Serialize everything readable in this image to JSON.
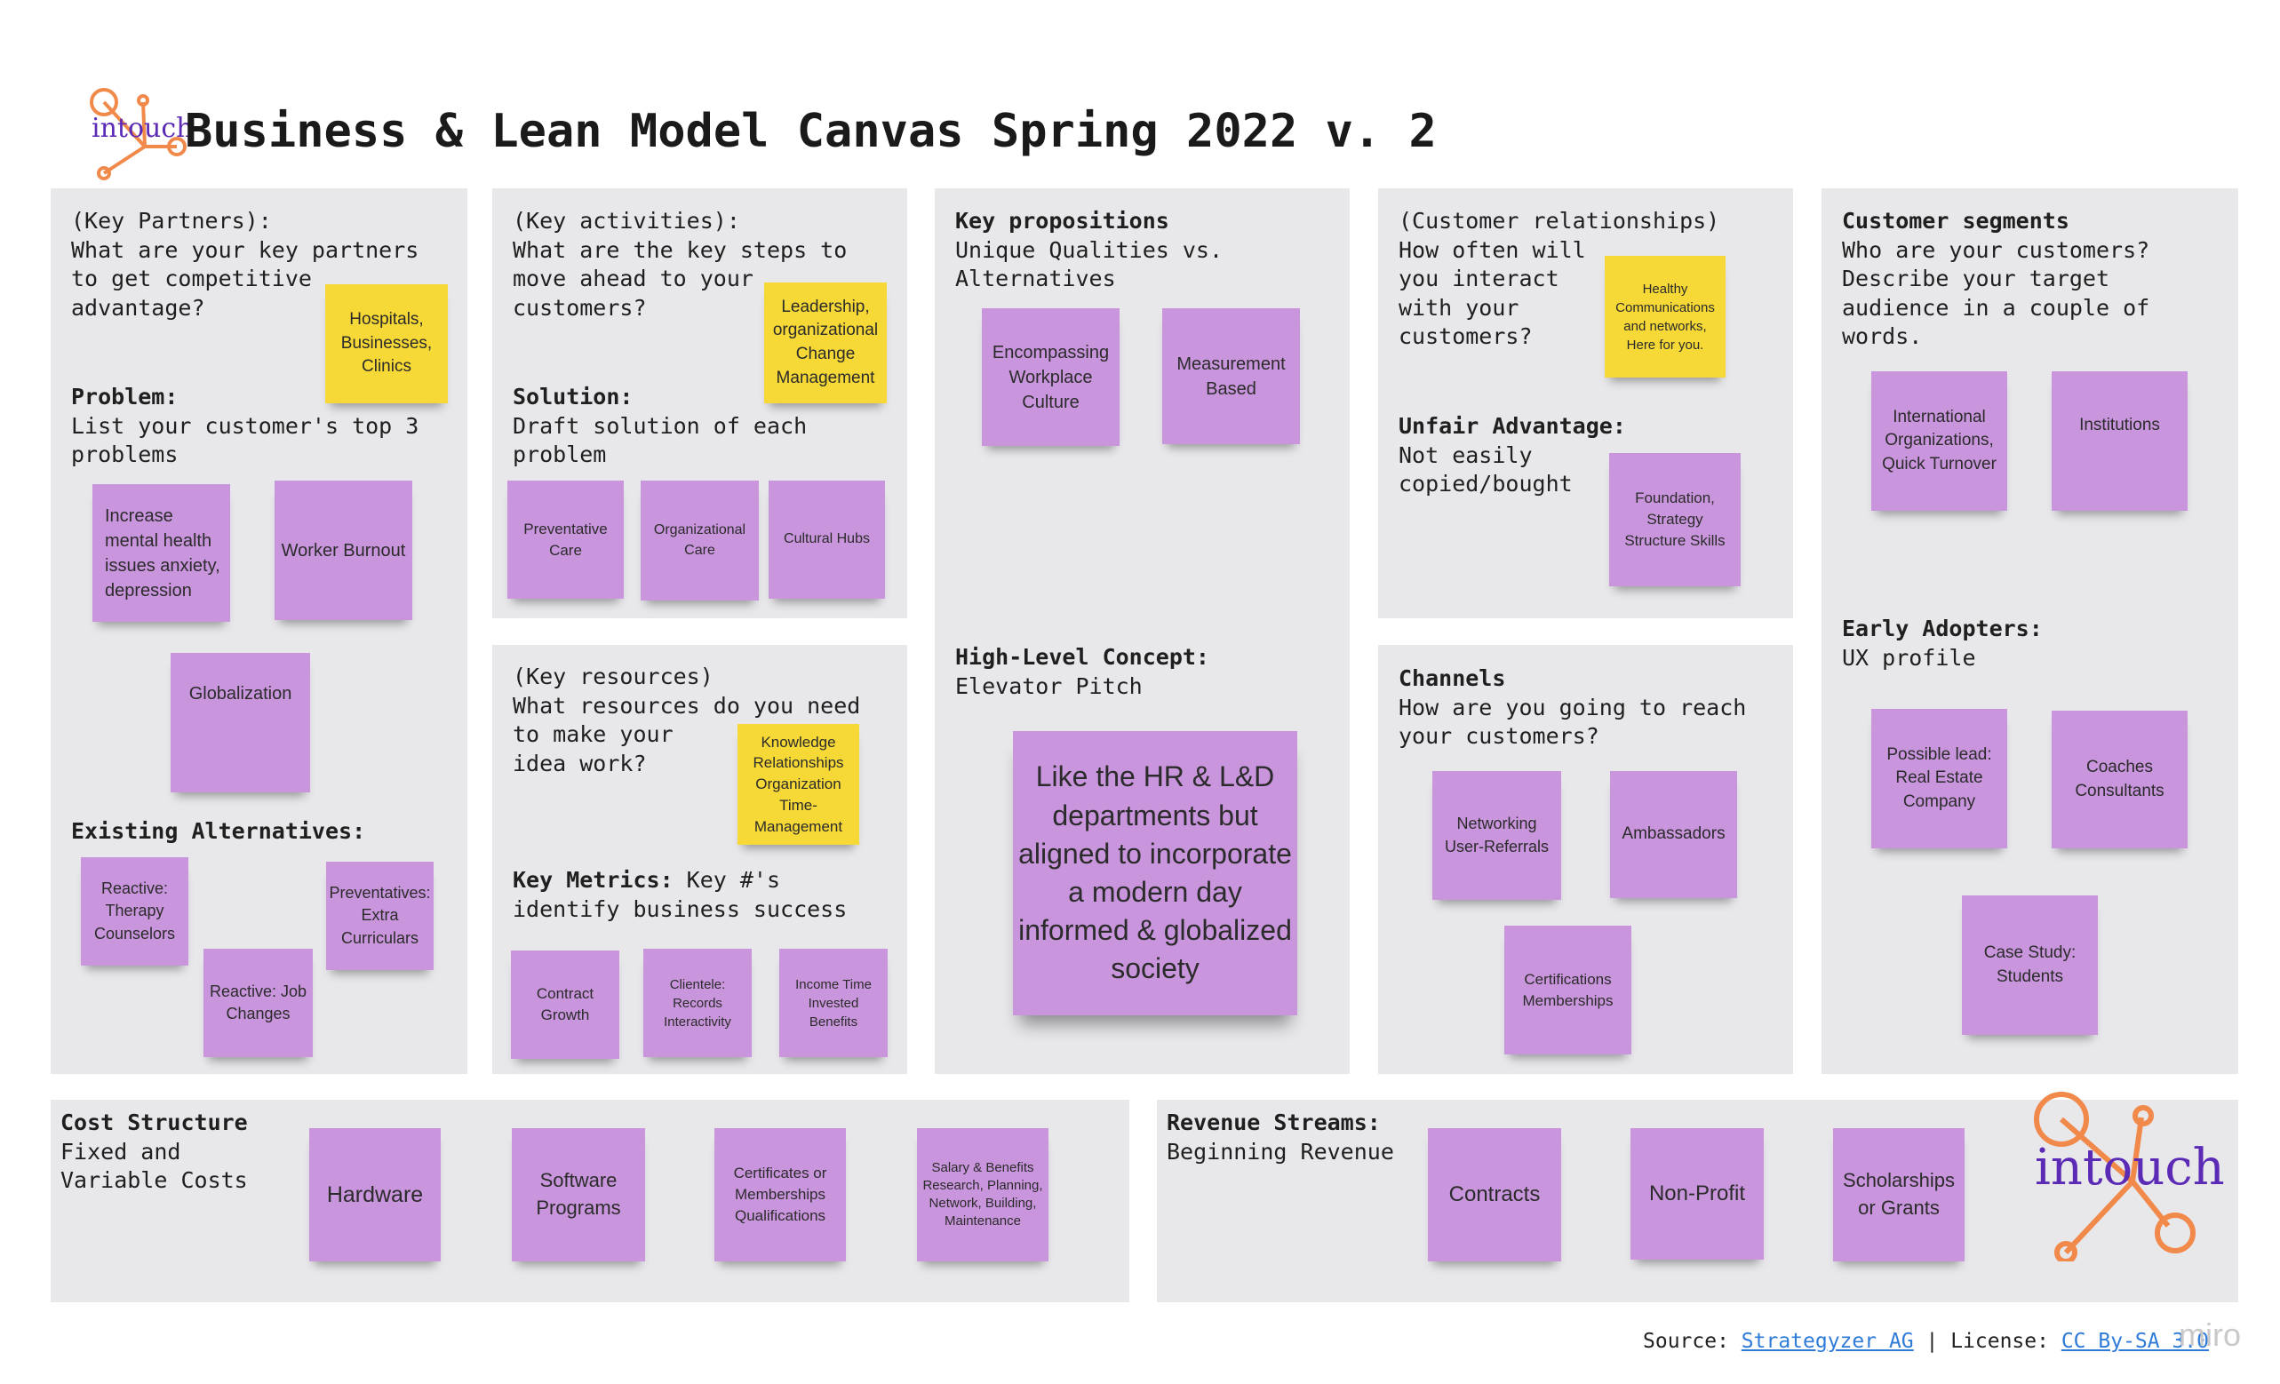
{
  "canvas": {
    "logo_text": "intouch",
    "title": "Business & Lean Model Canvas Spring 2022 v. 2"
  },
  "colors": {
    "sticky_purple": "#c995dd",
    "sticky_yellow": "#f6d836",
    "panel_bg": "#e8e7ea",
    "logo_orange": "#f0894a",
    "logo_purple": "#5b2bb5"
  },
  "key_partners": {
    "heading_lines": [
      "(Key Partners):",
      "What are your key partners",
      "to get competitive",
      "advantage?"
    ],
    "notes": [
      "Hospitals, Businesses, Clinics"
    ],
    "problem_title": "Problem:",
    "problem_lines": [
      "List your customer's top 3",
      "problems"
    ],
    "problem_notes": [
      "Increase mental health issues anxiety, depression",
      "Worker Burnout",
      "Globalization"
    ],
    "alternatives_title": "Existing Alternatives:",
    "alternatives_notes": [
      "Reactive: Therapy Counselors",
      "Preventatives: Extra Curriculars",
      "Reactive: Job Changes"
    ]
  },
  "key_activities": {
    "heading_lines": [
      "(Key activities):",
      "What are the key steps to",
      "move ahead to your",
      "customers?"
    ],
    "notes": [
      "Leadership, organizational Change Management"
    ],
    "solution_title": "Solution:",
    "solution_lines": [
      "Draft solution of each",
      "problem"
    ],
    "solution_notes": [
      "Preventative Care",
      "Organizational Care",
      "Cultural Hubs"
    ]
  },
  "key_resources": {
    "heading_lines": [
      "(Key resources)",
      "What resources do you need",
      "to make your",
      "idea work?"
    ],
    "notes": [
      "Knowledge Relationships Organization Time-Management"
    ],
    "metrics_title": "Key Metrics:",
    "metrics_inline": " Key #'s",
    "metrics_line2": "identify business success",
    "metrics_notes": [
      "Contract Growth",
      "Clientele: Records Interactivity",
      "Income Time Invested Benefits"
    ]
  },
  "key_propositions": {
    "title": "Key propositions",
    "lines": [
      "Unique Qualities vs.",
      "Alternatives"
    ],
    "notes": [
      "Encompassing Workplace Culture",
      "Measurement Based"
    ],
    "concept_title": "High-Level Concept:",
    "concept_line": "Elevator Pitch",
    "concept_note": "Like the HR & L&D departments but aligned to incorporate a modern day informed & globalized society"
  },
  "customer_relationships": {
    "heading_lines": [
      "(Customer relationships)",
      "How often will",
      "you interact",
      "with your",
      "customers?"
    ],
    "notes": [
      "Healthy Communications and networks, Here for you."
    ],
    "unfair_title": "Unfair Advantage:",
    "unfair_lines": [
      "Not easily",
      "copied/bought"
    ],
    "unfair_notes": [
      "Foundation, Strategy Structure Skills"
    ]
  },
  "channels": {
    "title": "Channels",
    "lines": [
      "How are you going to reach",
      "your customers?"
    ],
    "notes": [
      "Networking User-Referrals",
      "Ambassadors",
      "Certifications Memberships"
    ]
  },
  "customer_segments": {
    "title": "Customer segments",
    "lines": [
      "Who are your customers?",
      "Describe your target",
      "audience in a couple of",
      "words."
    ],
    "notes": [
      "International Organizations, Quick Turnover",
      "Institutions"
    ],
    "early_title": "Early Adopters:",
    "early_line": "UX profile",
    "early_notes": [
      "Possible lead: Real Estate Company",
      "Coaches Consultants",
      "Case Study: Students"
    ]
  },
  "cost_structure": {
    "title": "Cost Structure",
    "lines": [
      "Fixed and",
      "Variable Costs"
    ],
    "notes": [
      "Hardware",
      "Software Programs",
      "Certificates or Memberships Qualifications",
      "Salary & Benefits Research, Planning, Network, Building, Maintenance"
    ]
  },
  "revenue_streams": {
    "title": "Revenue Streams:",
    "lines": [
      "Beginning Revenue"
    ],
    "notes": [
      "Contracts",
      "Non-Profit",
      "Scholarships or Grants"
    ]
  },
  "footer": {
    "source_label": "Source: ",
    "source_link": "Strategyzer AG",
    "separator": " | License: ",
    "license_link": "CC By-SA 3.0",
    "watermark": "miro"
  }
}
